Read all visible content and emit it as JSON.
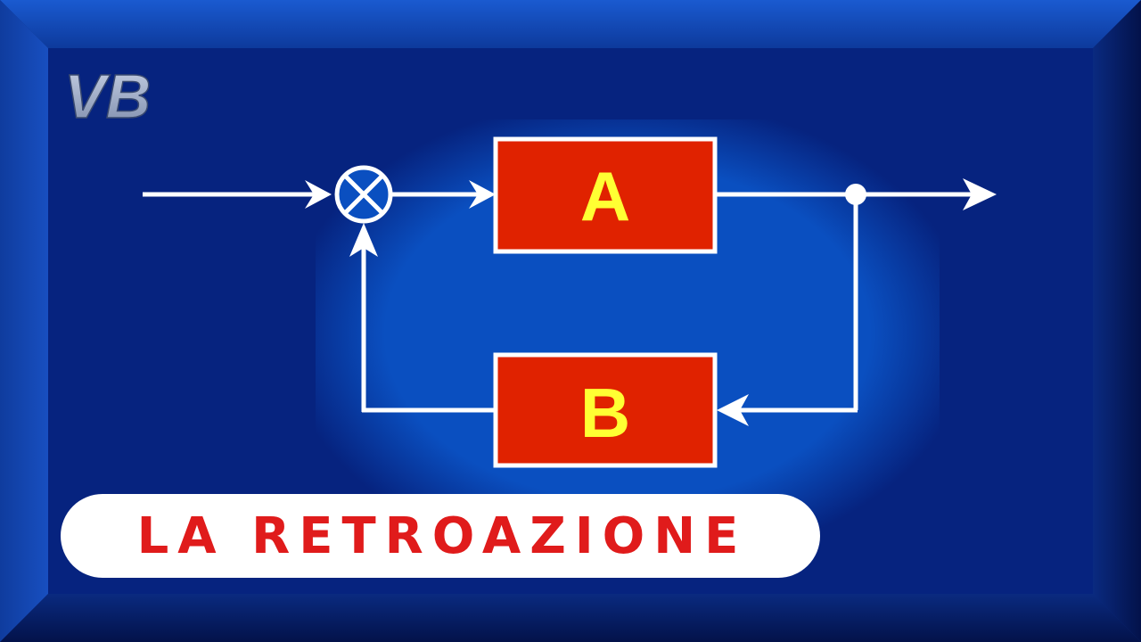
{
  "logo": {
    "text": "VB"
  },
  "diagram": {
    "block_a_label": "A",
    "block_b_label": "B",
    "summing_junction": "multiply-cross"
  },
  "title": "LA RETROAZIONE",
  "colors": {
    "background": "#06237f",
    "glow": "#0a4fc0",
    "block_fill": "#e02200",
    "block_text": "#ffff33",
    "line": "#ffffff",
    "title_text": "#e01b1b",
    "title_bg": "#ffffff"
  }
}
